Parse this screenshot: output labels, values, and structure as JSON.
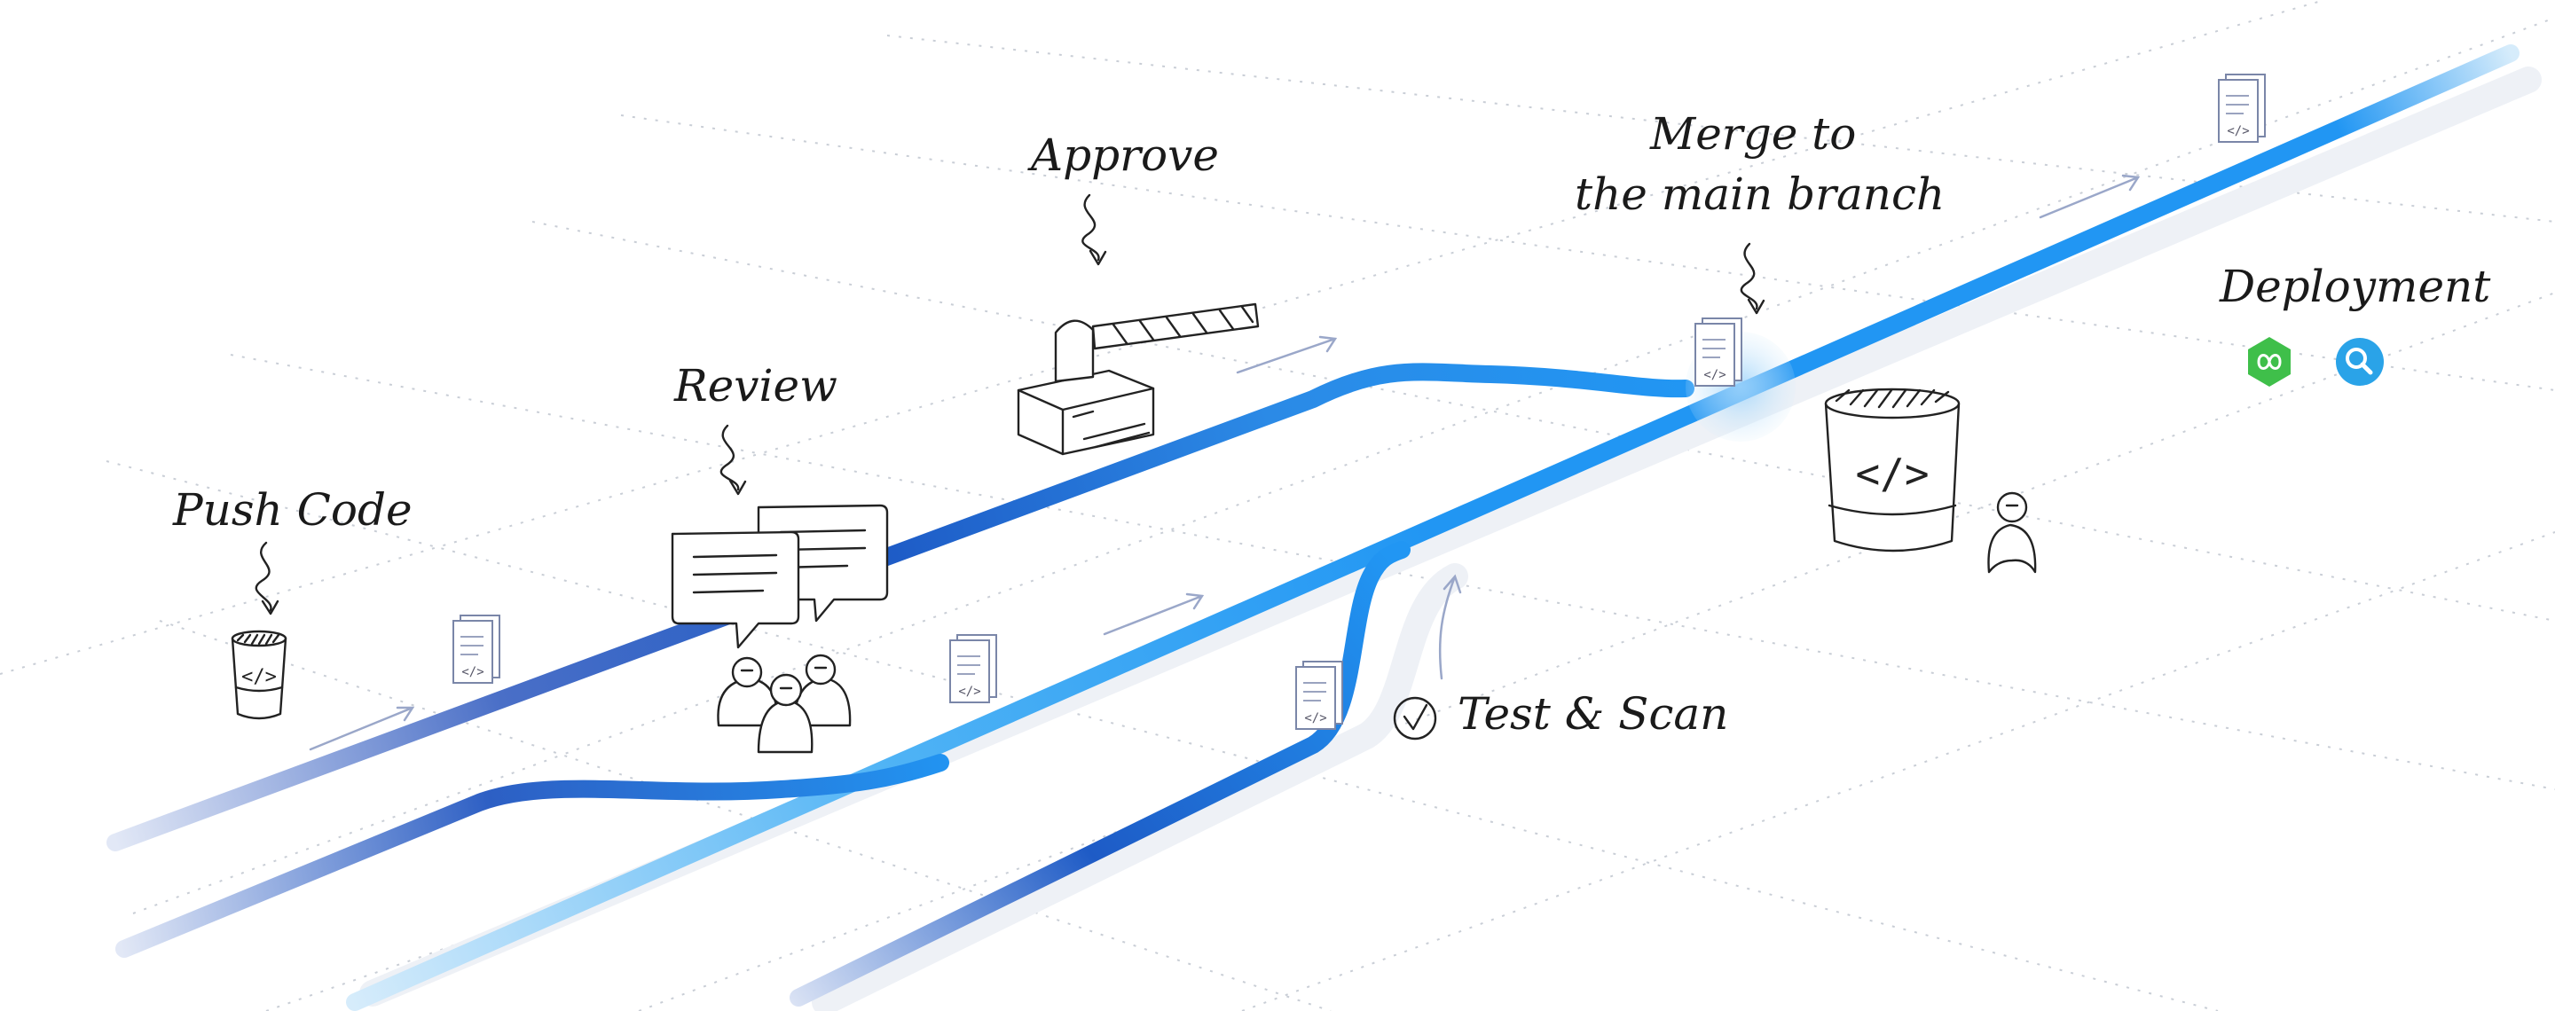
{
  "labels": {
    "push_code": "Push Code",
    "review": "Review",
    "approve": "Approve",
    "merge_line1": "Merge to",
    "merge_line2": "the main branch",
    "test_scan": "Test & Scan",
    "deployment": "Deployment"
  },
  "icons": {
    "code_symbol": "</>",
    "check_mark": "✓"
  },
  "colors": {
    "track_blue": "#2196f3",
    "track_dark": "#1e5bc6",
    "track_light": "#bfe3fb",
    "deploy_green": "#3fbf4a",
    "deploy_blue": "#2aa3e8"
  }
}
